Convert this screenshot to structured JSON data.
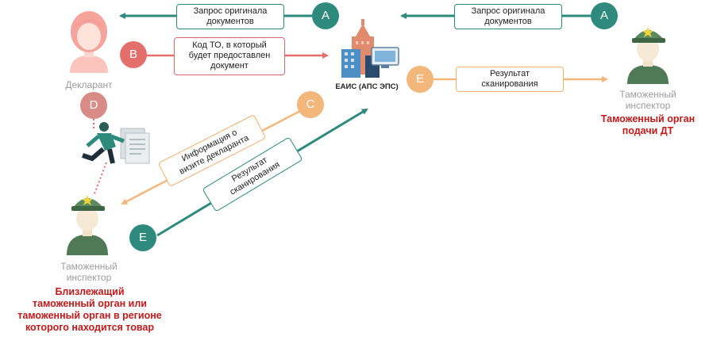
{
  "labels": {
    "request_left": [
      "Запрос оригинала",
      "документов"
    ],
    "request_right": [
      "Запрос оригинала",
      "документов"
    ],
    "code_to": [
      "Код ТО, в который",
      "будет предоставлен",
      "документ"
    ],
    "scan_result_right": [
      "Результат",
      "сканирования"
    ],
    "visit_info": [
      "Информация о",
      "визите декларанта"
    ],
    "scan_result_diag": [
      "Результат",
      "сканирования"
    ]
  },
  "badges": {
    "a_left": "A",
    "a_right": "A",
    "b": "B",
    "c": "C",
    "d": "D",
    "e_right": "E",
    "e_bottom": "E"
  },
  "actors": {
    "declarant": "Декларант",
    "eais": "ЕАИС (АПС ЭПС)",
    "inspector_right": [
      "Таможенный",
      "инспектор"
    ],
    "org_right": [
      "Таможенный орган",
      "подачи ДТ"
    ],
    "inspector_left": [
      "Таможенный",
      "инспектор"
    ],
    "org_left": [
      "Близлежащий",
      "таможенный орган или",
      "таможенный орган в регионе",
      "которого находится товар"
    ]
  },
  "colors": {
    "teal": "#2e8a7c",
    "red": "#e26f6b",
    "orange": "#f4b77b",
    "inspector_green": "#4f7a55",
    "caption_red": "#c21919"
  },
  "icons": {
    "declarant": "woman-avatar-icon",
    "inspector": "customs-officer-icon",
    "eais": "office-building-icon",
    "visit": "running-man-documents-icon"
  }
}
